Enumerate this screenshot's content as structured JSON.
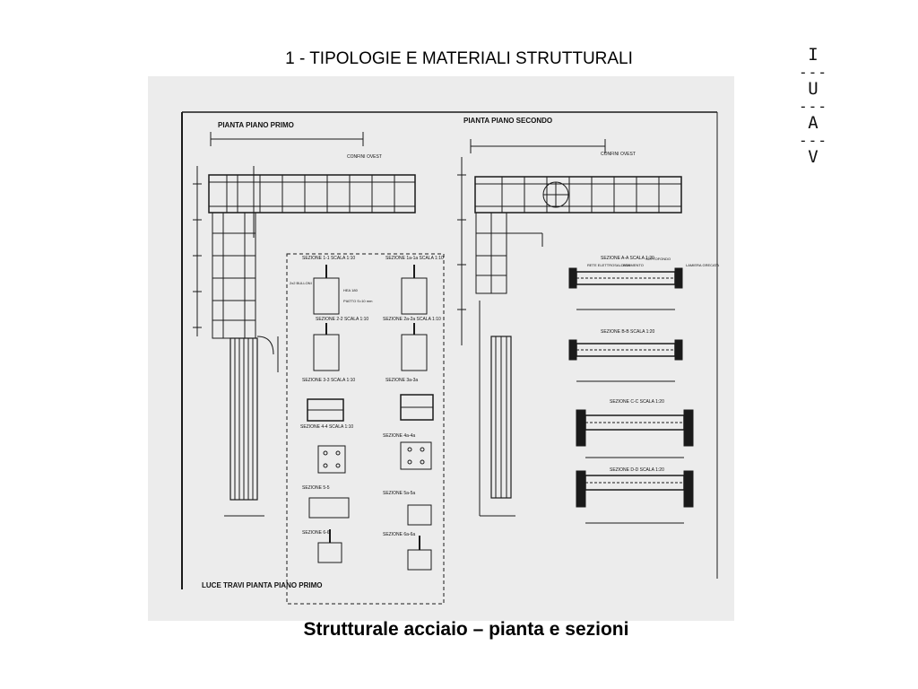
{
  "slide": {
    "title": "1 - TIPOLOGIE E MATERIALI STRUTTURALI",
    "caption": "Strutturale acciaio – pianta e sezioni"
  },
  "logo": {
    "letters": [
      "I",
      "U",
      "A",
      "V"
    ],
    "separator": "---"
  },
  "drawing": {
    "plan_first_floor": "PIANTA PIANO PRIMO",
    "plan_second_floor": "PIANTA PIANO SECONDO",
    "boundary_west": "CONFINI OVEST",
    "beam_span_plan": "LUCE TRAVI PIANTA PIANO PRIMO",
    "sections": {
      "s1": "SEZIONE 1-1   SCALA 1:10",
      "s1a": "SEZIONE 1a-1a   SCALA 1:10",
      "s2": "SEZIONE 2-2   SCALA 1:10",
      "s2a": "SEZIONE 2a-2a   SCALA 1:10",
      "s3": "SEZIONE 3-3   SCALA 1:10",
      "s3a": "SEZIONE 3a-3a",
      "s4": "SEZIONE 4-4   SCALA 1:10",
      "s4a": "SEZIONE 4a-4a",
      "s5": "SEZIONE 5-5",
      "s5a": "SEZIONE 5a-5a",
      "s6": "SEZIONE 6-6",
      "s6a": "SEZIONE 6a-6a",
      "sA": "SEZIONE A-A   SCALA 1:20",
      "sB": "SEZIONE B-B   SCALA 1:20",
      "sC": "SEZIONE C-C   SCALA 1:20",
      "sD": "SEZIONE D-D   SCALA 1:20"
    },
    "notes": {
      "bolts": "2x2 BULLONI",
      "profile": "HEA 180",
      "plate": "PIATTO S=10 mm",
      "mesh": "RETE ELETTROSALDATA",
      "floor": "PAVIMENTO",
      "subfloor": "SOTTOFONDO",
      "sheet": "LAMIERA GRECATA"
    }
  },
  "colors": {
    "background": "#ffffff",
    "drawing_bg": "#ececec",
    "ink": "#1a1a1a"
  }
}
